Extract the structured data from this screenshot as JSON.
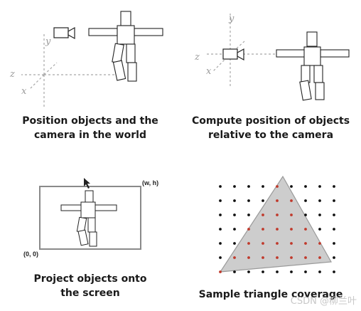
{
  "captions": {
    "panel1": [
      "Position objects and the",
      "camera in the world"
    ],
    "panel2": [
      "Compute position of objects",
      "relative to the camera"
    ],
    "panel3": [
      "Project objects onto",
      "the screen"
    ],
    "panel4": [
      "Sample triangle coverage"
    ]
  },
  "axes": {
    "x": "x",
    "y": "y",
    "z": "z"
  },
  "screen": {
    "corner_top_right": "(w, h)",
    "corner_bottom_left": "(0, 0)"
  },
  "watermark": "CSDN @柳兰叶",
  "colors": {
    "axis": "#a8a8a8",
    "triangle_fill": "#cdcdcd",
    "triangle_stroke": "#9a9a9a",
    "sample_in": "#c0392b",
    "sample_out": "#111111"
  }
}
